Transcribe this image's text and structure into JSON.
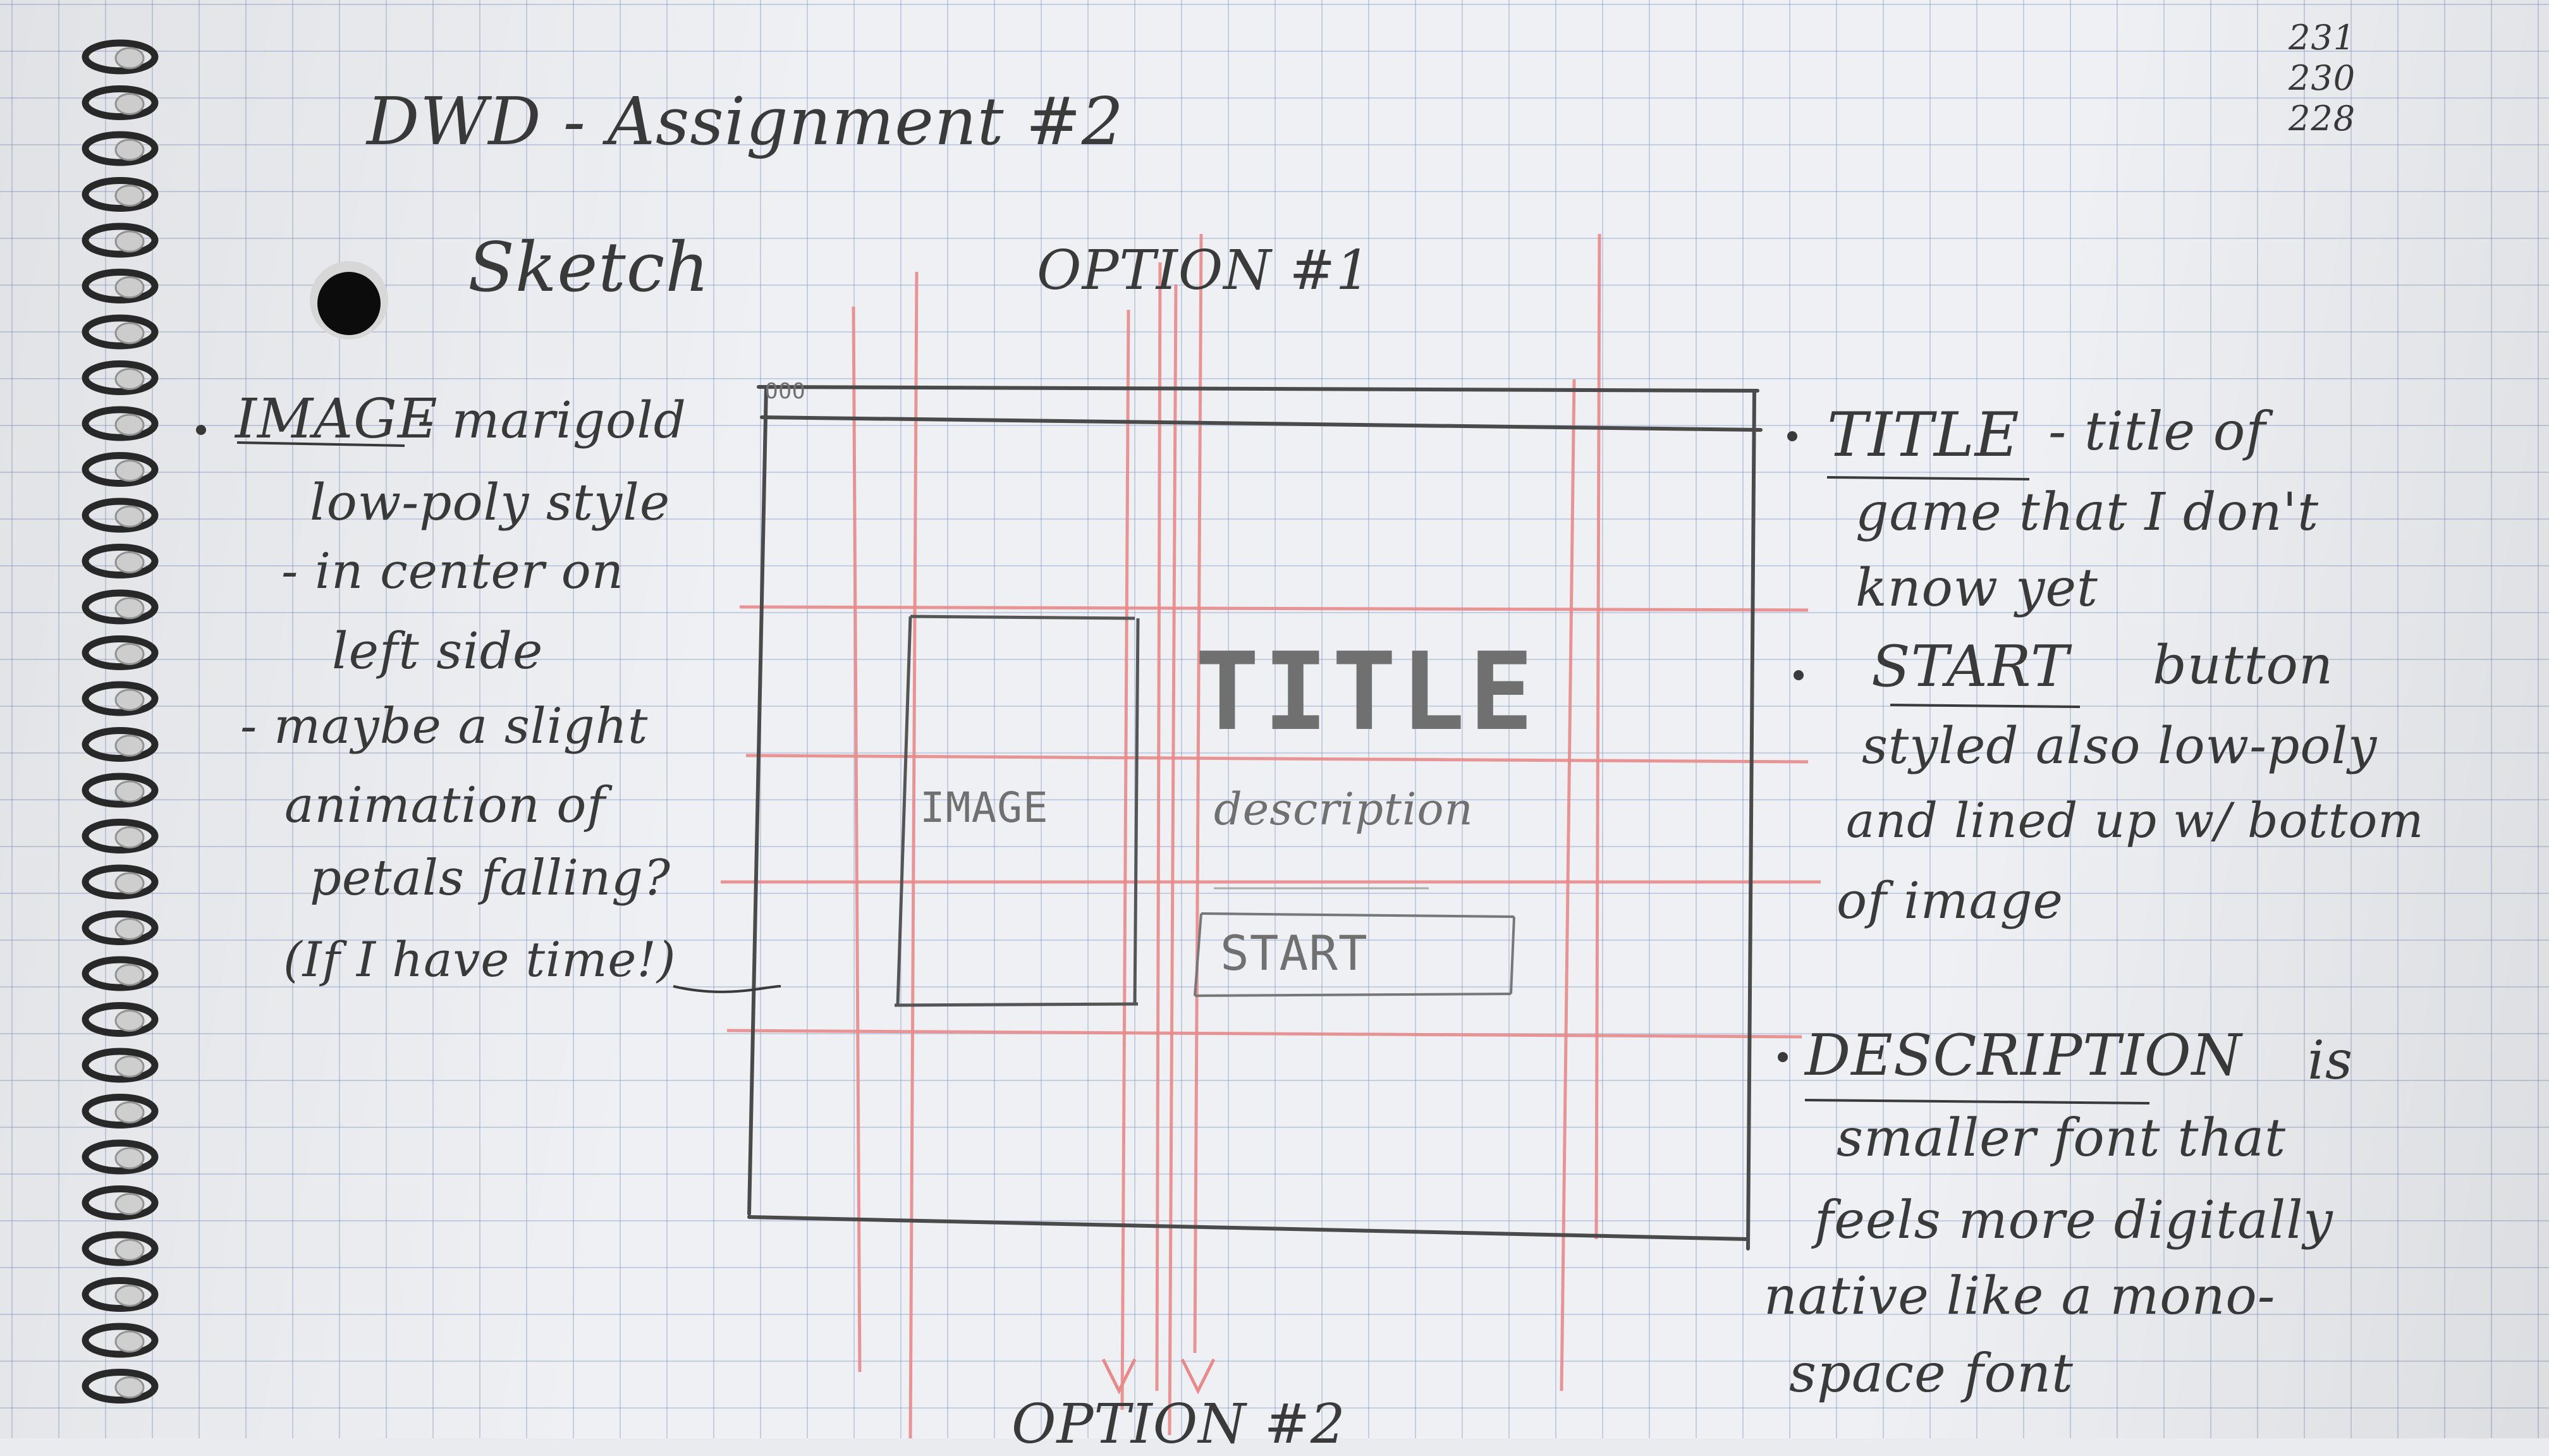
{
  "page": {
    "header": "DWD - Assignment #2",
    "corner_numbers": [
      "231",
      "230",
      "228"
    ],
    "section": "Sketch",
    "option1_label": "OPTION #1",
    "option2_label": "OPTION #2"
  },
  "wireframe": {
    "browser_dots": "OOO",
    "image_label": "IMAGE",
    "title_label": "TITLE",
    "description_label": "description",
    "start_label": "START"
  },
  "notes_left": {
    "heading": "IMAGE",
    "lines": [
      "- marigold",
      "low-poly style",
      "- in center on",
      "left side",
      "- maybe a slight",
      "animation of",
      "petals falling?",
      "(If I have time!)"
    ]
  },
  "notes_right": {
    "title_heading": "TITLE",
    "title_lines": [
      "- title of",
      "game that I don't",
      "know yet"
    ],
    "start_heading": "START",
    "start_lines": [
      "button",
      "styled also low-poly",
      "and lined up w/ bottom",
      "of image"
    ],
    "description_heading": "DESCRIPTION",
    "description_lines": [
      "is",
      "smaller font that",
      "feels more digitally",
      "native like a mono-",
      "space font"
    ]
  },
  "colors": {
    "ink": "#3a3a3a",
    "pencil": "#707070",
    "red_guide": "#e88a8a",
    "grid": "#9aa6cc",
    "spiral": "#2a2a2a"
  }
}
